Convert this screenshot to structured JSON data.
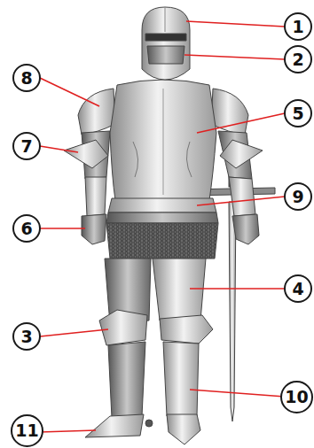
{
  "diagram": {
    "nodes": [
      {
        "text": [
          "1"
        ]
      },
      {
        "text": [
          "2"
        ]
      },
      {
        "text": [
          "8"
        ]
      },
      {
        "text": [
          "5"
        ]
      },
      {
        "text": [
          "7"
        ]
      },
      {
        "text": [
          "9"
        ]
      },
      {
        "text": [
          "6"
        ]
      },
      {
        "text": [
          "4"
        ]
      },
      {
        "text": [
          "3"
        ]
      },
      {
        "text": [
          "10"
        ]
      },
      {
        "text": [
          "11"
        ]
      }
    ]
  }
}
